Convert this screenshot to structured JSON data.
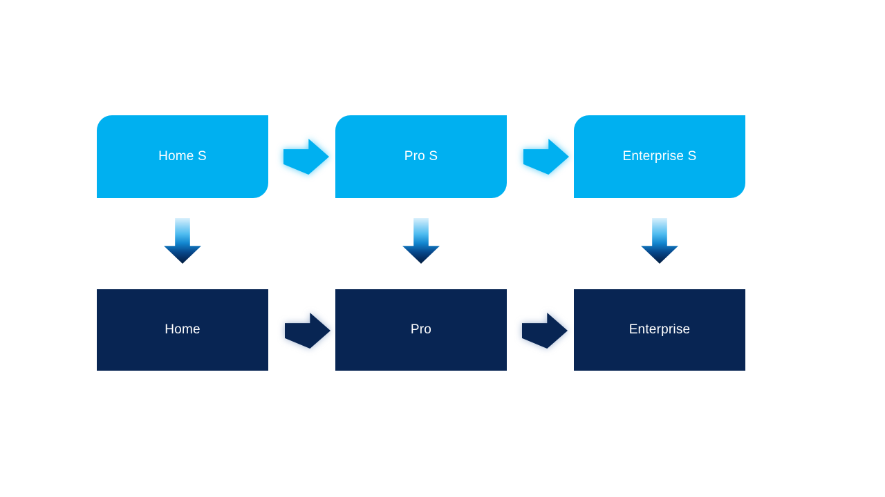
{
  "slide": {
    "background": "#FFFFFF"
  },
  "colors": {
    "top_box_fill": "#00B0F0",
    "bottom_box_fill": "#082553",
    "label_text": "#FFFFFF",
    "top_arrow_fill": "#00B0F0",
    "bottom_arrow_fill": "#082553",
    "down_arrow_gradient_top": "#D9F0FC",
    "down_arrow_gradient_bottom": "#031F3F"
  },
  "diagram": {
    "type": "process-upgrade-flow",
    "rows": 2,
    "columns": [
      {
        "top_label": "Home S",
        "bottom_label": "Home"
      },
      {
        "top_label": "Pro S",
        "bottom_label": "Pro"
      },
      {
        "top_label": "Enterprise S",
        "bottom_label": "Enterprise"
      }
    ]
  }
}
